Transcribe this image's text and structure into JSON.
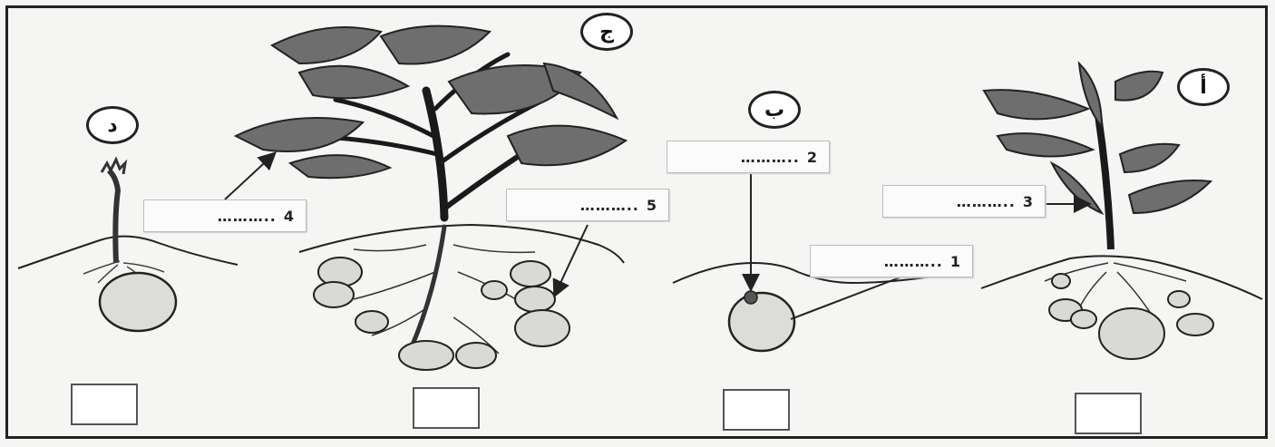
{
  "panels": [
    {
      "id": "alif",
      "letter": "أ"
    },
    {
      "id": "ba",
      "letter": "ب"
    },
    {
      "id": "jim",
      "letter": "ج"
    },
    {
      "id": "dal",
      "letter": "د"
    }
  ],
  "labels": [
    {
      "number": "1",
      "blank": "……….."
    },
    {
      "number": "2",
      "blank": "……….."
    },
    {
      "number": "3",
      "blank": "……….."
    },
    {
      "number": "4",
      "blank": "……….."
    },
    {
      "number": "5",
      "blank": "……….."
    }
  ],
  "colors": {
    "ink": "#222222",
    "leaf": "#6b6b6b",
    "tuber": "#d9d9d6",
    "paper": "#f5f5f3"
  }
}
